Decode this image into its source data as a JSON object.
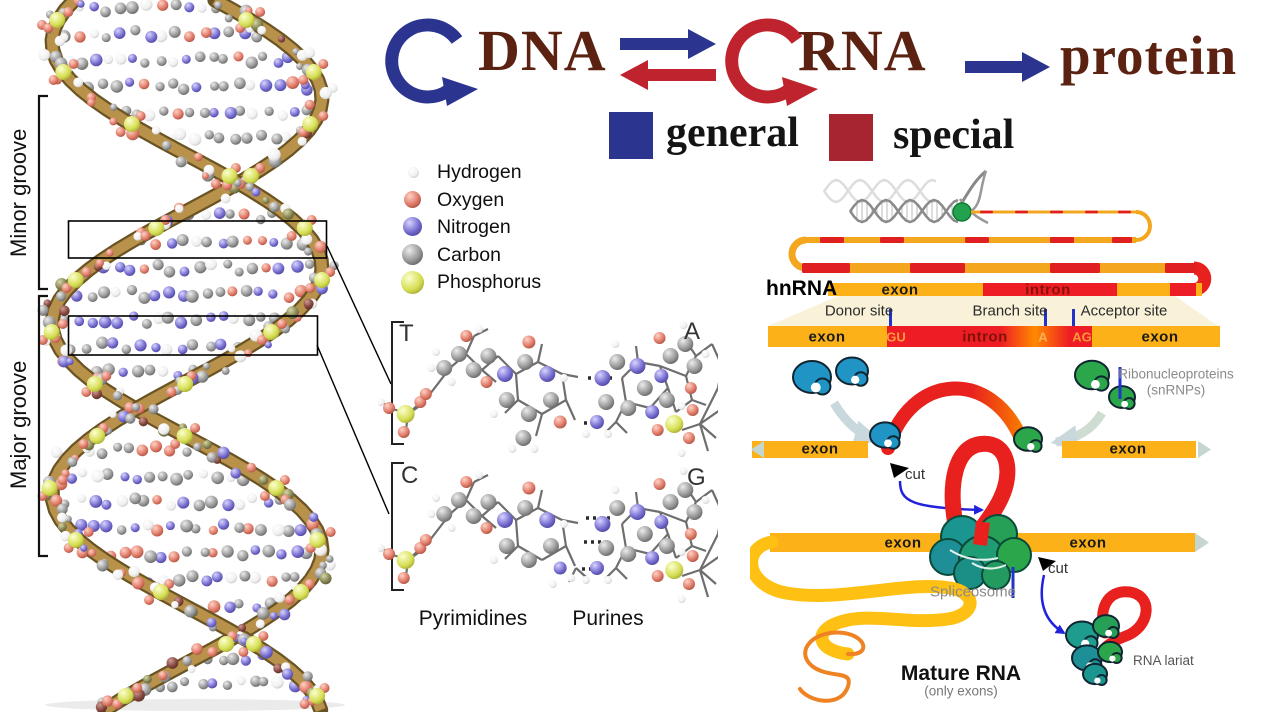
{
  "colors": {
    "general_blue": "#2B3590",
    "special_red": "#A62530",
    "arrow_red": "#BE232E",
    "dogma_text_brown": "#5B2212",
    "exon_gold": "#FBB117",
    "intron_red": "#EE1C25",
    "snrnp_cyan": "#2095C5",
    "snrnp_green": "#2BA64A",
    "spliceosome_teal": "#1E9C8E",
    "indicator_blue": "#2233CC",
    "mature_rna_gold": "#FDC013"
  },
  "dogma": {
    "dna": "DNA",
    "rna": "RNA",
    "protein": "protein",
    "general_label": "general",
    "special_label": "special"
  },
  "helix": {
    "minor_groove": "Minor groove",
    "major_groove": "Major groove"
  },
  "atom_legend": {
    "items": [
      {
        "name": "Hydrogen",
        "color": "#FFFFFF"
      },
      {
        "name": "Oxygen",
        "color": "#DD7663"
      },
      {
        "name": "Nitrogen",
        "color": "#7168CC"
      },
      {
        "name": "Carbon",
        "color": "#949494"
      },
      {
        "name": "Phosphorus",
        "color": "#D6DE52"
      }
    ]
  },
  "base_pairs": {
    "ta": {
      "left": "T",
      "right": "A"
    },
    "cg": {
      "left": "C",
      "right": "G"
    },
    "pyrimidines": "Pyrimidines",
    "purines": "Purines"
  },
  "splicing": {
    "hnrna": "hnRNA",
    "exon": "exon",
    "intron": "intron",
    "donor_site": "Donor site",
    "branch_site": "Branch site",
    "acceptor_site": "Acceptor site",
    "gu": "GU",
    "a": "A",
    "ag": "AG",
    "snrnp_line1": "Ribonucleoproteins",
    "snrnp_line2": "(snRNPs)",
    "cut": "cut",
    "spliceosome": "Spliceosome",
    "mature_rna": "Mature RNA",
    "mature_rna_note": "(only exons)",
    "rna_lariat": "RNA lariat"
  }
}
